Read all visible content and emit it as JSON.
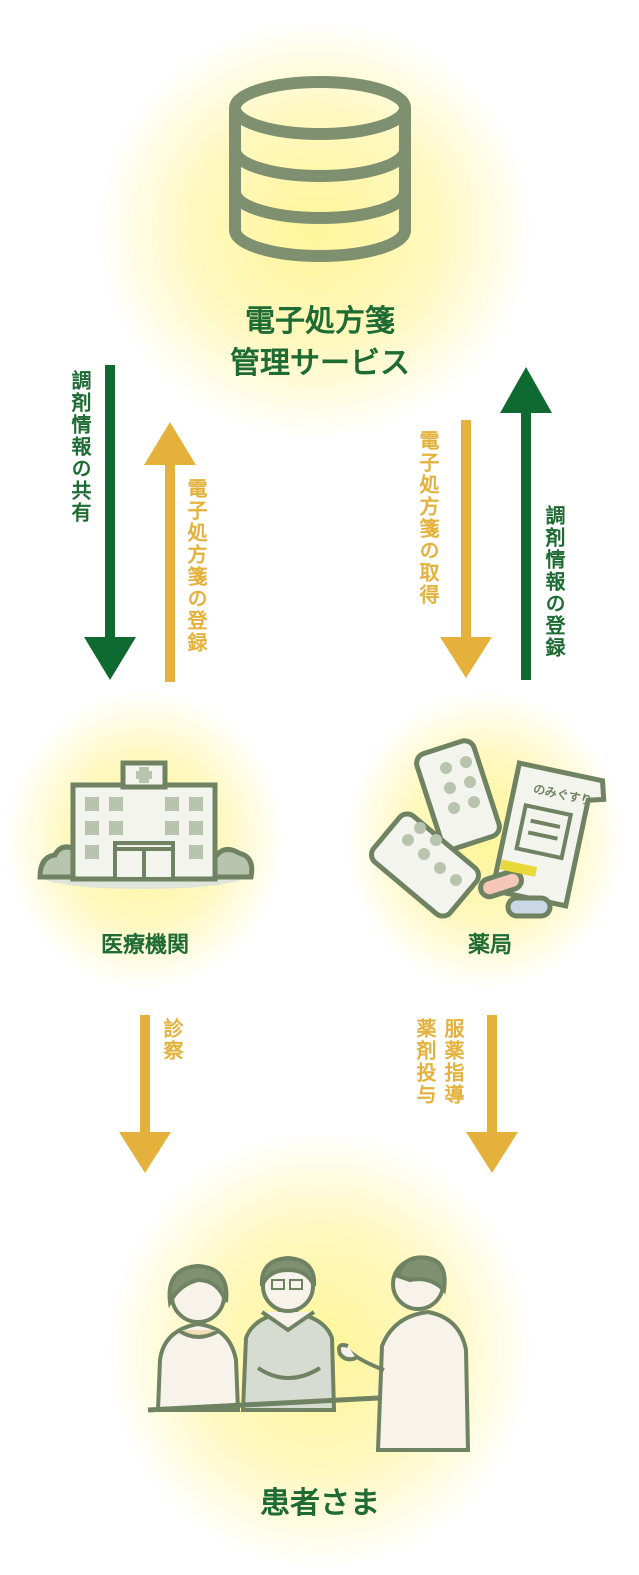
{
  "colors": {
    "dark_green": "#0f6a32",
    "label_green": "#1e6b33",
    "yellow": "#e4b23c",
    "icon_green": "#7e9070",
    "glow": "#fff7a8"
  },
  "nodes": {
    "service_line1": "電子処方箋",
    "service_line2": "管理サービス",
    "hospital": "医療機関",
    "pharmacy": "薬局",
    "patient": "患者さま",
    "medicine_bag_title": "のみぐすり"
  },
  "arrows": {
    "share_dispensing": "調剤情報の共有",
    "register_prescription": "電子処方箋の登録",
    "get_prescription": "電子処方箋の取得",
    "register_dispensing": "調剤情報の登録",
    "examination": "診察",
    "medication_guidance": "服薬指導",
    "dispense": "薬剤投与"
  }
}
